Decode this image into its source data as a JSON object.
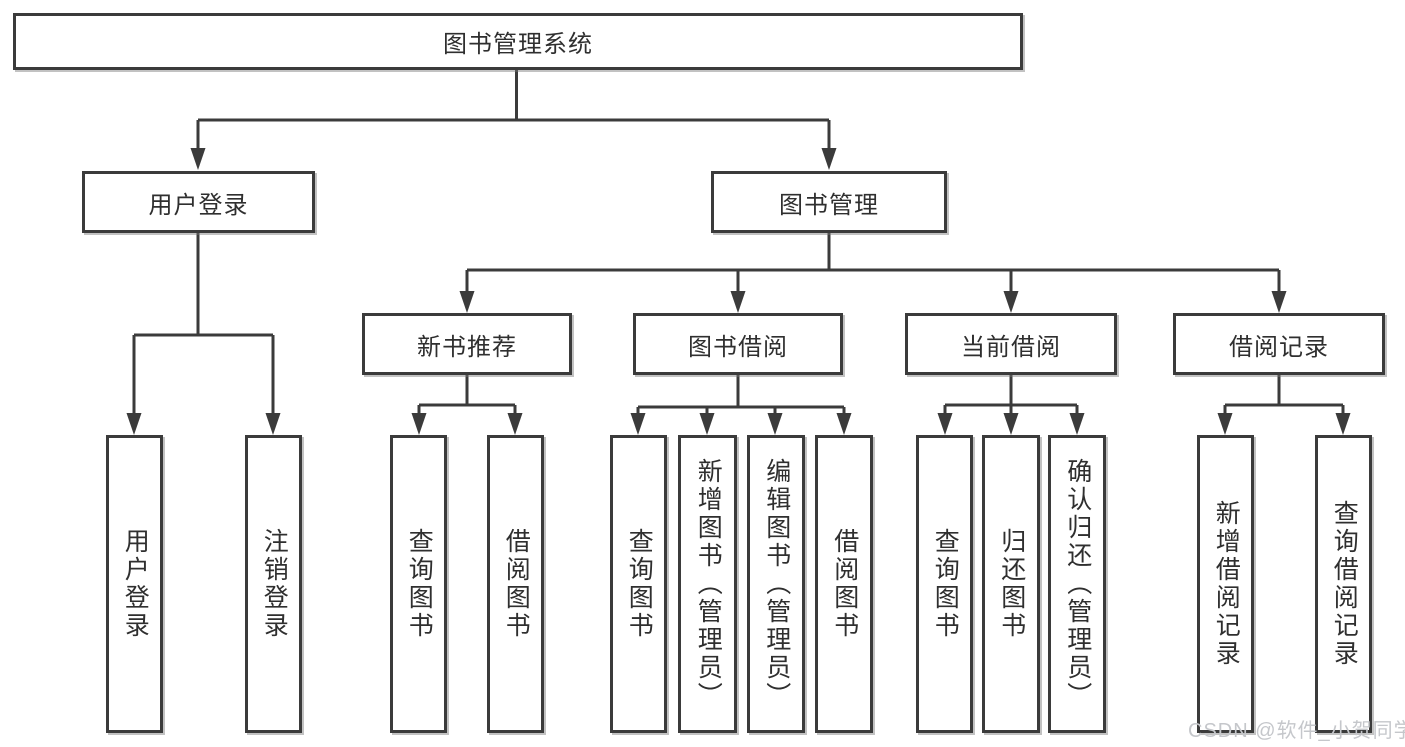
{
  "colors": {
    "line": "#3b3b3b",
    "text": "#2f2f2f",
    "background": "#ffffff",
    "watermark": "#c5c7cb"
  },
  "watermark": {
    "text": "CSDN @软件_小贺同学"
  },
  "diagram": {
    "root": {
      "label": "图书管理系统"
    },
    "branches": [
      {
        "label": "用户登录",
        "children": [
          {
            "label": "用户登录"
          },
          {
            "label": "注销登录"
          }
        ]
      },
      {
        "label": "图书管理",
        "children": [
          {
            "label": "新书推荐",
            "children": [
              {
                "label": "查询图书"
              },
              {
                "label": "借阅图书"
              }
            ]
          },
          {
            "label": "图书借阅",
            "children": [
              {
                "label": "查询图书"
              },
              {
                "label": "新增图书（管理员）"
              },
              {
                "label": "编辑图书（管理员）"
              },
              {
                "label": "借阅图书"
              }
            ]
          },
          {
            "label": "当前借阅",
            "children": [
              {
                "label": "查询图书"
              },
              {
                "label": "归还图书"
              },
              {
                "label": "确认归还（管理员）"
              }
            ]
          },
          {
            "label": "借阅记录",
            "children": [
              {
                "label": "新增借阅记录"
              },
              {
                "label": "查询借阅记录"
              }
            ]
          }
        ]
      }
    ]
  }
}
